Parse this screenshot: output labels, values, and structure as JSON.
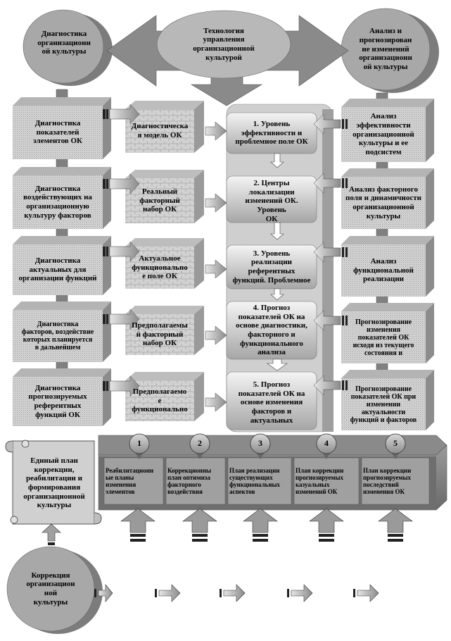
{
  "center_title": "Технология\nуправления\nорганизационной\nкультурой",
  "left_header": "Диагностика\nорганизационн\nой культуры",
  "right_header": "Анализ и\nпрогнозирован\nие изменений\nорганизационн\nой культуры",
  "left_column": [
    "Диагностика\nпоказателей\nэлементов ОК",
    "Диагностика\nвоздействующих на\nорганизационную\nкультуру факторов",
    "Диагностика\nактуальных для\nорганизации функций",
    "Диагностика\nфакторов, воздействие\nкоторых планируется\nв дальнейшем",
    "Диагностика\nпрогнозируемых\nреферентных\nфункций ОК"
  ],
  "middle_column": [
    "Диагностическа\nя модель ОК",
    "Реальный\nфакторный\nнабор ОК",
    "Актуальное\nфункционально\nе поле ОК",
    "Предполагаемы\nй факторный\nнабор ОК",
    "Предполагаемо\nе\nфункционально"
  ],
  "center_column": [
    "1. Уровень\nэффективности и\nпроблемное поле ОК",
    "2. Центры\nлокализации\nизменений ОК.\nУровень\nОК",
    "3. Уровень\nреализации\nреферентных\nфункций. Проблемное",
    "4. Прогноз\nпоказателей ОК на\nоснове диагностики,\nфакторного и\nфункционального\nанализа",
    "5. Прогноз\nпоказателей ОК на\nоснове изменения\nфакторов и\nактуальных"
  ],
  "right_column": [
    "Анализ\nэффективности\nорганизационной\nкультуры и ее\nподсистем",
    "Анализ факторного\nполя и динамичности\nорганизационной\nкультуры",
    "Анализ\nфункциональной\nреализации",
    "Прогнозирование\nизменения\nпоказателей ОК\nисходя из текущего\nсостояния и",
    "Прогнозирование\nпоказателей ОК при\nизменении\nактуальности\nфункций и факторов"
  ],
  "scroll_text": "Единый план\nкоррекции,\nреабилитации и\nформирования\nорганизационной\nкультуры",
  "plans": [
    {
      "number": "1",
      "label": "Реабилитационн\nые планы\nизменения\nэлементов"
    },
    {
      "number": "2",
      "label": "Коррекционны\nплан оптимиза\nфакторного\nвоздействия"
    },
    {
      "number": "3",
      "label": "План реализации\nсуществующих\nфункциональных\nаспектов"
    },
    {
      "number": "4",
      "label": "План коррекции\nпрогнозируемых\nказуальных\nизменений ОК"
    },
    {
      "number": "5",
      "label": "План коррекции\nпрогнозируемых\nпоследствий\nизменения  ОК"
    }
  ],
  "bottom_circle": "Коррекция\nорганизацион\nной\nкультуры",
  "colors": {
    "box_fill": "#cfcfcf",
    "box_dark": "#8c8c8c",
    "center_fill": "#e2e2e2",
    "band": "#9a9a9a",
    "arrow": "#a8a8a8",
    "outline": "#000000"
  }
}
